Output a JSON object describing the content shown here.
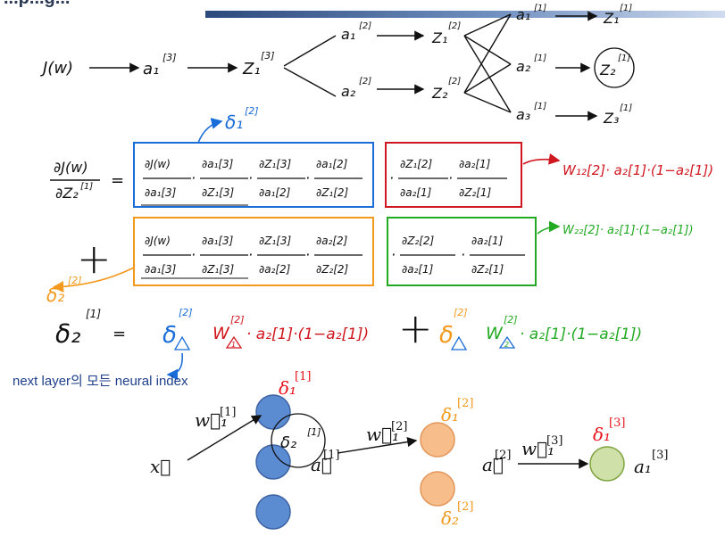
{
  "title_fragment": "...p...g...",
  "colors": {
    "blue": "#1a6cd8",
    "red": "#d0161f",
    "orange": "#f39a1e",
    "green": "#22aa22",
    "node_blue": "#5b8bd0",
    "node_orange": "#f7be8c",
    "node_green": "#cfe0a8"
  },
  "graph": {
    "root": "J(w)",
    "a3": "a₁",
    "a3_sup": "[3]",
    "z3": "Z₁",
    "z3_sup": "[3]",
    "a21": "a₁",
    "a21_sup": "[2]",
    "a22": "a₂",
    "a22_sup": "[2]",
    "z21": "Z₁",
    "z21_sup": "[2]",
    "z22": "Z₂",
    "z22_sup": "[2]",
    "a11": "a₁",
    "a11_sup": "[1]",
    "a12": "a₂",
    "a12_sup": "[1]",
    "a13": "a₃",
    "a13_sup": "[1]",
    "z11": "Z₁",
    "z11_sup": "[1]",
    "z12": "Z₂",
    "z12_sup": "[1]",
    "z13": "Z₃",
    "z13_sup": "[1]"
  },
  "equation": {
    "lhs_num": "∂J(w)",
    "lhs_den": "∂Z₂",
    "lhs_den_sup": "[1]",
    "equals": "=",
    "plus": "+",
    "dot": "·",
    "delta_top": "δ₁",
    "delta_top_sup": "[2]",
    "delta_bottom": "δ₂",
    "delta_bottom_sup": "[2]",
    "row1": {
      "blue_terms": [
        {
          "num": "∂J(w)",
          "den": "∂a₁[3]"
        },
        {
          "num": "∂a₁[3]",
          "den": "∂Z₁[3]"
        },
        {
          "num": "∂Z₁[3]",
          "den": "∂a₁[2]"
        },
        {
          "num": "∂a₁[2]",
          "den": "∂Z₁[2]"
        }
      ],
      "red_terms": [
        {
          "num": "∂Z₁[2]",
          "den": "∂a₂[1]"
        },
        {
          "num": "∂a₂[1]",
          "den": "∂Z₂[1]"
        }
      ],
      "result": "W₁₂[2]· a₂[1]·(1−a₂[1])"
    },
    "row2": {
      "orange_terms": [
        {
          "num": "∂J(w)",
          "den": "∂a₁[3]"
        },
        {
          "num": "∂a₁[3]",
          "den": "∂Z₁[3]"
        },
        {
          "num": "∂Z₁[3]",
          "den": "∂a₂[2]"
        },
        {
          "num": "∂a₂[2]",
          "den": "∂Z₂[2]"
        }
      ],
      "green_terms": [
        {
          "num": "∂Z₂[2]",
          "den": "∂a₂[1]"
        },
        {
          "num": "∂a₂[1]",
          "den": "∂Z₂[1]"
        }
      ],
      "result": "W₂₂[2]· a₂[1]·(1−a₂[1])"
    },
    "summary": {
      "lhs": "δ₂",
      "lhs_sup": "[1]",
      "part1_delta": "δ",
      "part1_delta_sup": "[2]",
      "part1_w": "W",
      "part1_w_sup": "[2]",
      "part1_rest": "· a₂[1]·(1−a₂[1])",
      "part2_delta": "δ",
      "part2_delta_sup": "[2]",
      "part2_w": "W",
      "part2_w_sup": "[2]",
      "part2_rest": "· a₂[1]·(1−a₂[1])",
      "marker_1": "1",
      "marker_2": "2"
    },
    "note": "next layer의 모든 neural index"
  },
  "network": {
    "x": "x⃗",
    "w1": "w⃗₁",
    "w1_sup": "[1]",
    "a1": "a⃗",
    "a1_sup": "[1]",
    "delta_l1": "δ₁",
    "delta_l1_sup": "[1]",
    "delta_l1_hw": "δ₂",
    "delta_l1_hw_sup": "[1]",
    "w2": "w⃗₁",
    "w2_sup": "[2]",
    "delta_l2_1": "δ₁",
    "delta_l2_1_sup": "[2]",
    "delta_l2_2": "δ₂",
    "delta_l2_2_sup": "[2]",
    "a2": "a⃗",
    "a2_sup": "[2]",
    "w3": "w⃗₁",
    "w3_sup": "[3]",
    "delta_l3": "δ₁",
    "delta_l3_sup": "[3]",
    "output": "a₁",
    "output_sup": "[3]"
  }
}
